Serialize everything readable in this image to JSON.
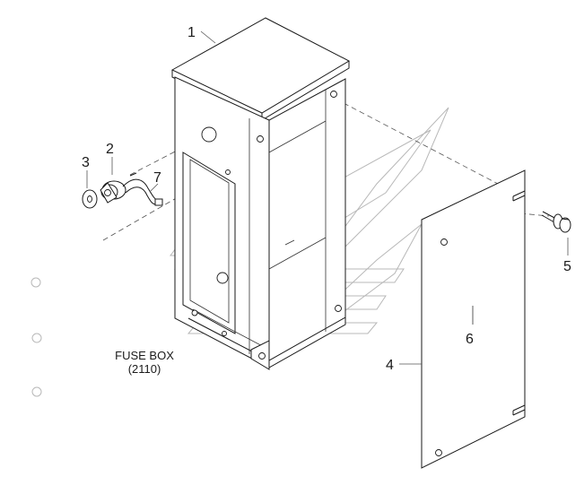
{
  "diagram": {
    "callouts": [
      {
        "id": "1",
        "label": "1"
      },
      {
        "id": "2",
        "label": "2"
      },
      {
        "id": "3",
        "label": "3"
      },
      {
        "id": "4",
        "label": "4"
      },
      {
        "id": "5",
        "label": "5"
      },
      {
        "id": "6",
        "label": "6"
      },
      {
        "id": "7",
        "label": "7"
      }
    ],
    "caption": {
      "line1": "FUSE BOX",
      "line2": "(2110)"
    }
  }
}
